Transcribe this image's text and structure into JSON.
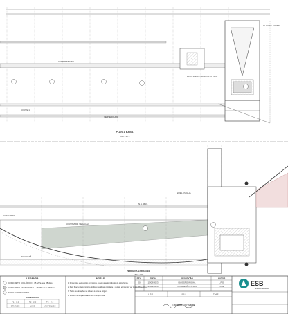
{
  "sheet": {
    "plan_title": "PLANTA BAIXA",
    "plan_scale": "ESC.: 1/75",
    "section_title": "PERFIL DA BARRAGEM",
    "section_scale": "ESC.: 1/75",
    "plan_notes": [
      "COMPRIMENTO",
      "CORTE 1",
      "VERTEDOURO",
      "DESCARREGADOR DE FUNDO",
      "GUARDA-CORPO"
    ],
    "section_notes": [
      "CONCRETO",
      "CORTINA DE VEDAÇÃO",
      "ROCHA SÃ",
      "N.A. MÁX.",
      "NÍVEL D'ÁGUA"
    ]
  },
  "legend": {
    "title": "LEGENDA",
    "items": [
      "CONCRETO CICLÓPICO - 15 MPa aos 28 dias",
      "CONCRETO ESTRUTURAL - 25 MPa aos 28 dias",
      "SOLO COMPACTADO"
    ],
    "table_title": "AGREGADOS",
    "table_headers": [
      "P1 - 1.0",
      "P2 - 2.0",
      "P3 - 4.0"
    ],
    "table_values": [
      "GRANDE",
      "LISO",
      "MUITO LISO"
    ]
  },
  "notes": {
    "title": "NOTAS",
    "items": [
      "1. Dimensões e elevações em metros, exceto quando indicado de outra forma.",
      "2. Para fixação de comportas, treliças metálicas, guindaste e demais elementos, ver projeto específico.",
      "3. Todas as elevações se referem à cota de origem.",
      "4. Verificar a compatibilidade com o projeto final."
    ]
  },
  "revisions": {
    "headers": [
      "REV.",
      "DATA",
      "DESCRIÇÃO",
      "AUTOR"
    ],
    "rows": [
      [
        "00",
        "15/08/2023",
        "EMISSÃO INICIAL",
        "L.P.G."
      ],
      [
        "01",
        "23/03/2024",
        "CORREÇÃO Nº 004",
        "L.P.G."
      ]
    ]
  },
  "signatures": {
    "labels": [
      "L.P.G.",
      "J.M.L.",
      "T.M.F."
    ],
    "signature_name": "Eduardo Del Santo"
  },
  "company": {
    "name": "ESB",
    "subtitle": "ENGENHARIA",
    "logo_color": "#1a8f8f"
  }
}
